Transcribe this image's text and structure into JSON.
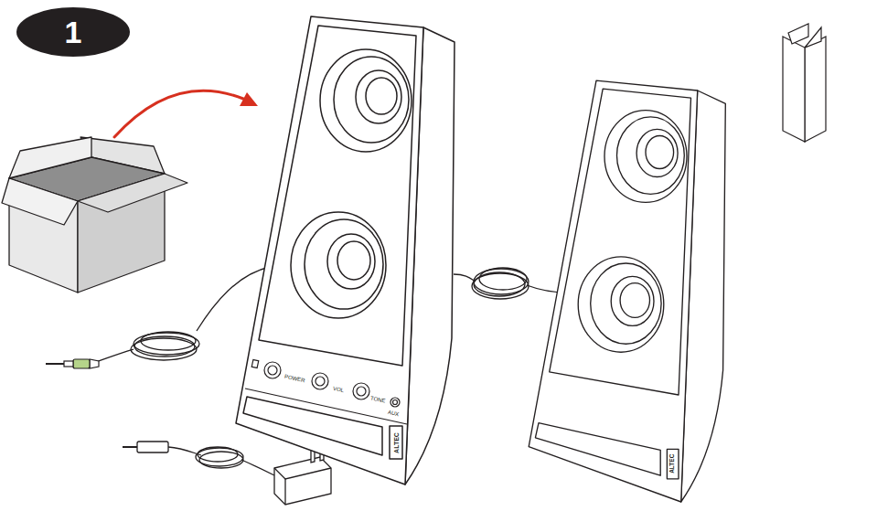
{
  "diagram": {
    "labels": [
      "1",
      "POWER",
      "VOL",
      "TONE",
      "AUX",
      "ALTEC",
      "ALTEC"
    ]
  }
}
